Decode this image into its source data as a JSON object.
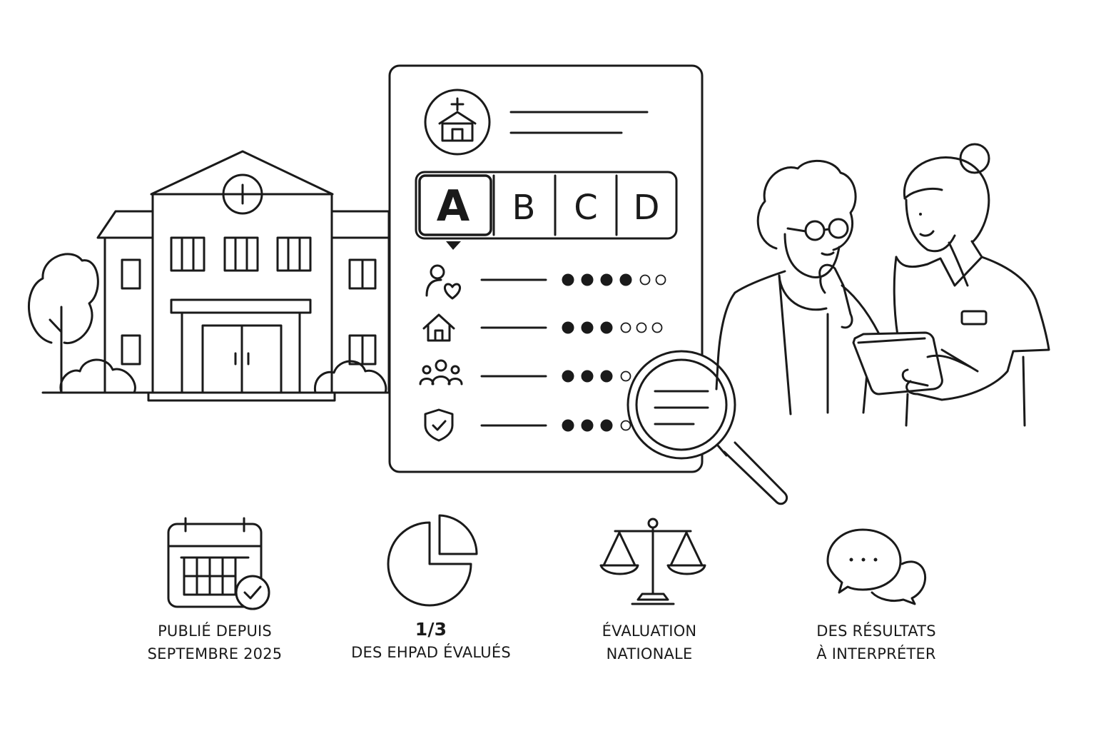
{
  "grade_card": {
    "grades": [
      "A",
      "B",
      "C",
      "D"
    ],
    "selected": "A",
    "criteria": [
      {
        "icon": "person-heart-icon",
        "filled": 4,
        "total": 6
      },
      {
        "icon": "house-icon",
        "filled": 3,
        "total": 6
      },
      {
        "icon": "group-icon",
        "filled": 3,
        "total": 6
      },
      {
        "icon": "shield-check-icon",
        "filled": 3,
        "total": 6
      }
    ]
  },
  "captions": [
    {
      "icon": "calendar-check-icon",
      "line1": "PUBLIÉ DEPUIS",
      "line2": "SEPTEMBRE 2025"
    },
    {
      "icon": "pie-chart-icon",
      "line1": "1/3",
      "line2": "DES EHPAD ÉVALUÉS"
    },
    {
      "icon": "scales-icon",
      "line1": "ÉVALUATION",
      "line2": "NATIONALE"
    },
    {
      "icon": "chat-bubbles-icon",
      "line1": "DES RÉSULTATS",
      "line2": "À INTERPRÉTER"
    }
  ],
  "colors": {
    "ink": "#1a1a1a",
    "background": "#ffffff"
  }
}
